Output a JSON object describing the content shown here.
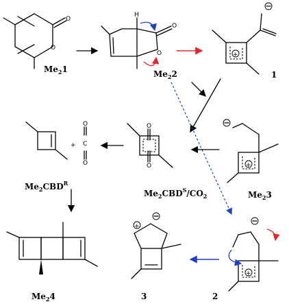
{
  "labels": {
    "me2_1": "1",
    "me2_2": "2",
    "cmpd_1": "1",
    "me2cbd_r": "CBD",
    "me2cbd_r_sup": "R",
    "me2cbd_s": "CBD",
    "me2cbd_s_sup": "S",
    "co2_suffix": "/CO",
    "me2_3": "3",
    "me2_4": "4",
    "cmpd_3": "3",
    "cmpd_2": "2",
    "me_prefix": "Me",
    "sub2": "2",
    "plus": "+",
    "atom_H": "H",
    "atom_C": "C",
    "atom_O": "O"
  },
  "colors": {
    "red_arrow": "#e8262a",
    "blue_arrow": "#1f3fc4",
    "black": "#000000"
  }
}
